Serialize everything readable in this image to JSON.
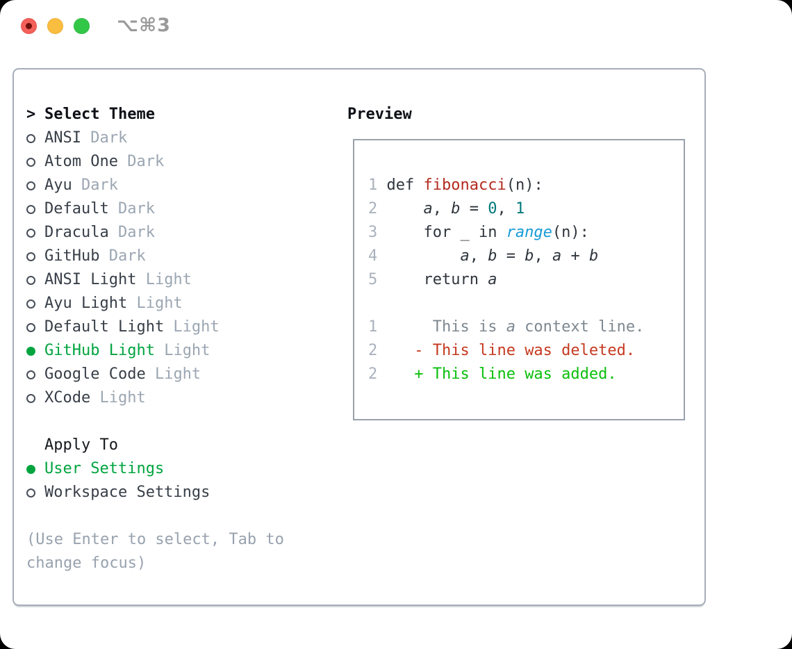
{
  "window": {
    "title": "⌥⌘3",
    "traffic_lights": [
      {
        "name": "close-button",
        "color": "#f4605a"
      },
      {
        "name": "minimize-button",
        "color": "#f9bd40"
      },
      {
        "name": "zoom-button",
        "color": "#33c748"
      }
    ]
  },
  "theme_panel": {
    "header": {
      "prompt": ">",
      "label": "Select Theme"
    },
    "themes": [
      {
        "name": "ANSI",
        "variant": "Dark",
        "selected": false
      },
      {
        "name": "Atom One",
        "variant": "Dark",
        "selected": false
      },
      {
        "name": "Ayu",
        "variant": "Dark",
        "selected": false
      },
      {
        "name": "Default",
        "variant": "Dark",
        "selected": false
      },
      {
        "name": "Dracula",
        "variant": "Dark",
        "selected": false
      },
      {
        "name": "GitHub",
        "variant": "Dark",
        "selected": false
      },
      {
        "name": "ANSI Light",
        "variant": "Light",
        "selected": false
      },
      {
        "name": "Ayu Light",
        "variant": "Light",
        "selected": false
      },
      {
        "name": "Default Light",
        "variant": "Light",
        "selected": false
      },
      {
        "name": "GitHub Light",
        "variant": "Light",
        "selected": true
      },
      {
        "name": "Google Code",
        "variant": "Light",
        "selected": false
      },
      {
        "name": "XCode",
        "variant": "Light",
        "selected": false
      }
    ],
    "apply_to": {
      "label": "Apply To",
      "options": [
        {
          "name": "User Settings",
          "selected": true
        },
        {
          "name": "Workspace Settings",
          "selected": false
        }
      ]
    },
    "help": "(Use Enter to select, Tab to\nchange focus)"
  },
  "preview": {
    "label": "Preview",
    "lines": [
      {
        "segments": [
          {
            "text": "1 ",
            "type": "ln"
          },
          {
            "text": "def ",
            "type": "def"
          },
          {
            "text": "fibonacci",
            "type": "fn"
          },
          {
            "text": "(n):",
            "type": "def"
          }
        ]
      },
      {
        "segments": [
          {
            "text": "2 ",
            "type": "ln"
          },
          {
            "text": "    ",
            "type": "def"
          },
          {
            "text": "a",
            "type": "var"
          },
          {
            "text": ", ",
            "type": "def"
          },
          {
            "text": "b",
            "type": "var"
          },
          {
            "text": " = ",
            "type": "def"
          },
          {
            "text": "0",
            "type": "num"
          },
          {
            "text": ", ",
            "type": "def"
          },
          {
            "text": "1",
            "type": "num"
          }
        ]
      },
      {
        "segments": [
          {
            "text": "3 ",
            "type": "ln"
          },
          {
            "text": "    for _ in ",
            "type": "def"
          },
          {
            "text": "range",
            "type": "bi"
          },
          {
            "text": "(n):",
            "type": "def"
          }
        ]
      },
      {
        "segments": [
          {
            "text": "4 ",
            "type": "ln"
          },
          {
            "text": "        ",
            "type": "def"
          },
          {
            "text": "a",
            "type": "var"
          },
          {
            "text": ", ",
            "type": "def"
          },
          {
            "text": "b",
            "type": "var"
          },
          {
            "text": " = ",
            "type": "def"
          },
          {
            "text": "b",
            "type": "var"
          },
          {
            "text": ", ",
            "type": "def"
          },
          {
            "text": "a",
            "type": "var"
          },
          {
            "text": " + ",
            "type": "def"
          },
          {
            "text": "b",
            "type": "var"
          }
        ]
      },
      {
        "segments": [
          {
            "text": "5 ",
            "type": "ln"
          },
          {
            "text": "    return ",
            "type": "def"
          },
          {
            "text": "a",
            "type": "var"
          }
        ]
      },
      {
        "segments": []
      },
      {
        "segments": [
          {
            "text": "1 ",
            "type": "ln"
          },
          {
            "text": "     This is ",
            "type": "ctx"
          },
          {
            "text": "a",
            "type": "ctxv"
          },
          {
            "text": " context line.",
            "type": "ctx"
          }
        ]
      },
      {
        "segments": [
          {
            "text": "2 ",
            "type": "ln"
          },
          {
            "text": "   ",
            "type": "def"
          },
          {
            "text": "- This line was deleted.",
            "type": "del"
          }
        ]
      },
      {
        "segments": [
          {
            "text": "2 ",
            "type": "ln"
          },
          {
            "text": "   ",
            "type": "def"
          },
          {
            "text": "+ This line was added.",
            "type": "add"
          }
        ]
      }
    ]
  },
  "colors": {
    "selection_green": "#00a43f",
    "added_green": "#0abf0b",
    "deleted_red": "#c5391f",
    "function_red": "#b42a1e",
    "number_teal": "#00787b",
    "builtin_blue": "#179bd7",
    "muted_gray": "#9ba6b2",
    "panel_border": "#a6adb8"
  }
}
